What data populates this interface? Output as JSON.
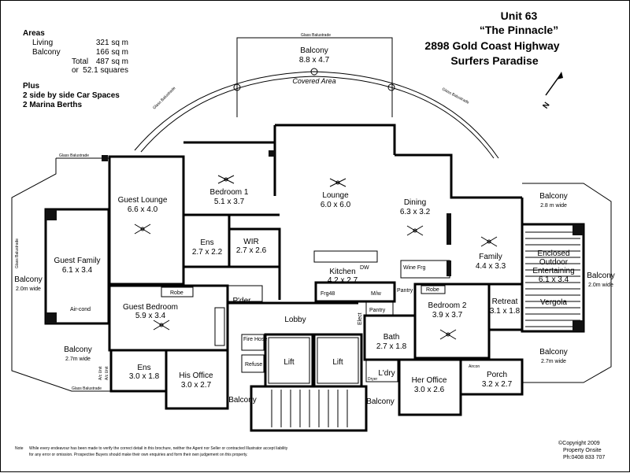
{
  "header": {
    "unit": "Unit 63",
    "building": "“The Pinnacle”",
    "address": "2898 Gold Coast Highway",
    "suburb": "Surfers Paradise"
  },
  "areas": {
    "heading": "Areas",
    "living_label": "Living",
    "living_value": "321 sq m",
    "balcony_label": "Balcony",
    "balcony_value": "166 sq m",
    "total_label": "Total",
    "total_value": "487 sq m",
    "or_label": "or",
    "squares_value": "52.1 squares",
    "plus_heading": "Plus",
    "plus_1": "2 side by side Car Spaces",
    "plus_2": "2 Marina Berths"
  },
  "rooms": {
    "balcony_top_name": "Balcony",
    "balcony_top_dim": "8.8 x 4.7",
    "covered_area": "Covered Area",
    "glass_balustrade": "Glass Balustrade",
    "guest_lounge_name": "Guest Lounge",
    "guest_lounge_dim": "6.6 x 4.0",
    "bedroom1_name": "Bedroom 1",
    "bedroom1_dim": "5.1 x 3.7",
    "lounge_name": "Lounge",
    "lounge_dim": "6.0 x 6.0",
    "dining_name": "Dining",
    "dining_dim": "6.3 x 3.2",
    "balcony_right_top_name": "Balcony",
    "balcony_right_top_dim": "2.8 m wide",
    "guest_family_name": "Guest Family",
    "guest_family_dim": "6.1 x 3.4",
    "ens1_name": "Ens",
    "ens1_dim": "2.7 x 2.2",
    "wir_name": "WIR",
    "wir_dim": "2.7 x 2.6",
    "family_name": "Family",
    "family_dim": "4.4 x 3.3",
    "enclosed_1": "Enclosed",
    "enclosed_2": "Outdoor",
    "enclosed_3": "Entertaining",
    "enclosed_dim": "6.1 x 3.4",
    "vergola": "Vergola",
    "balcony_left_name": "Balcony",
    "balcony_left_dim": "2.0m wide",
    "balcony_right_mid_name": "Balcony",
    "balcony_right_mid_dim": "2.0m wide",
    "kitchen_name": "Kitchen",
    "kitchen_dim": "4.2 x 2.7",
    "dw": "DW",
    "wine_frg": "Wine Frg",
    "robe": "Robe",
    "guest_bedroom_name": "Guest Bedroom",
    "guest_bedroom_dim": "5.9 x 3.4",
    "pder": "P'der",
    "frg48": "Frg48",
    "mw": "M/w",
    "pantry": "Pantry",
    "bedroom2_name": "Bedroom 2",
    "bedroom2_dim": "3.9 x 3.7",
    "retreat_name": "Retreat",
    "retreat_dim": "3.1 x 1.8",
    "aircond": "Air-cond",
    "lobby": "Lobby",
    "elect": "Elect",
    "bath_name": "Bath",
    "bath_dim": "2.7 x 1.8",
    "fire_hose": "Fire Hose",
    "lift": "Lift",
    "balcony_left_bottom_name": "Balcony",
    "balcony_left_bottom_dim": "2.7m wide",
    "ens2_name": "Ens",
    "ens2_dim": "3.0 x 1.8",
    "his_office_name": "His Office",
    "his_office_dim": "3.0 x 2.7",
    "refuse": "Refuse",
    "ldry": "L'dry",
    "dryer": "Dryer",
    "her_office_name": "Her Office",
    "her_office_dim": "3.0 x 2.6",
    "porch_name": "Porch",
    "porch_dim": "3.2 x 2.7",
    "balcony_right_bottom_name": "Balcony",
    "balcony_right_bottom_dim": "2.7m wide",
    "aircon_unit": "Aircon",
    "ac_unit": "A/c Unit",
    "balcony_small": "Balcony"
  },
  "footer": {
    "note_label": "Note",
    "note_line1": "While every endeavour has been made to verify the correct detail in this brochure, neither the Agent nor Seller or contracted Illustrator accept liability",
    "note_line2": "for any error or omission. Prospective Buyers should make their own enquiries and form their own judgement on this property.",
    "copyright": "©Copyright 2009",
    "company": "Property Onsite",
    "phone": "Ph:0408 833 707"
  },
  "compass_label": "N"
}
